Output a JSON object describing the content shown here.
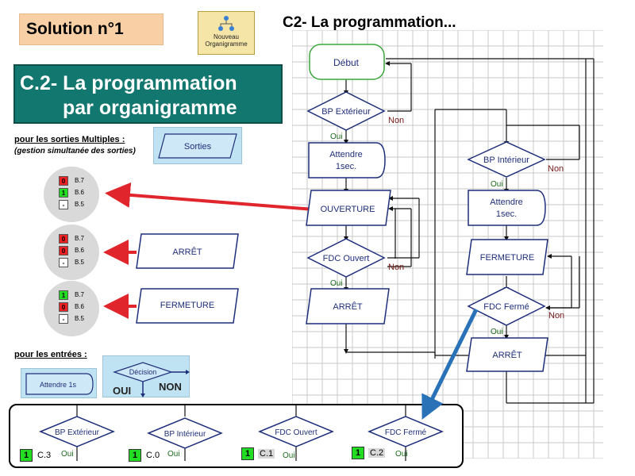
{
  "solution_label": "Solution  n°1",
  "org_button": {
    "line1": "Nouveau",
    "line2": "Organigramme"
  },
  "heading": "C2- La programmation...",
  "title": {
    "line1": "C.2- La programmation",
    "line2": "par organigramme"
  },
  "outputs_section": {
    "title": "pour les sorties Multiples :",
    "subtitle": "(gestion simultanée des sorties)",
    "sorties_label": "Sorties"
  },
  "indicators": [
    {
      "rows": [
        {
          "state": "0",
          "color": "#ee2222",
          "label": "B.7"
        },
        {
          "state": "1",
          "color": "#22dd22",
          "label": "B.6"
        },
        {
          "state": "-",
          "color": "#ffffff",
          "label": "B.5"
        }
      ]
    },
    {
      "rows": [
        {
          "state": "0",
          "color": "#ee2222",
          "label": "B.7"
        },
        {
          "state": "0",
          "color": "#ee2222",
          "label": "B.6"
        },
        {
          "state": "-",
          "color": "#ffffff",
          "label": "B.5"
        }
      ]
    },
    {
      "rows": [
        {
          "state": "1",
          "color": "#22dd22",
          "label": "B.7"
        },
        {
          "state": "0",
          "color": "#ee2222",
          "label": "B.6"
        },
        {
          "state": "-",
          "color": "#ffffff",
          "label": "B.5"
        }
      ]
    }
  ],
  "left_blocks": {
    "arret": "ARRÊT",
    "fermeture": "FERMETURE"
  },
  "inputs_section": {
    "title": "pour les entrées :",
    "attendre": "Attendre 1s",
    "decision": "Décision",
    "oui": "OUI",
    "non": "NON"
  },
  "flow_left": {
    "debut": "Début",
    "bp_ext": "BP Extérieur",
    "non1": "Non",
    "oui1": "Oui",
    "attendre_l1": "Attendre",
    "attendre_l2": "1sec.",
    "ouverture": "OUVERTURE",
    "fdc_ouvert": "FDC Ouvert",
    "non2": "Non",
    "oui2": "Oui",
    "arret": "ARRÊT"
  },
  "flow_right": {
    "bp_int": "BP Intérieur",
    "non1": "Non",
    "oui1": "Oui",
    "attendre_l1": "Attendre",
    "attendre_l2": "1sec.",
    "fermeture": "FERMETURE",
    "fdc_ferme": "FDC Fermé",
    "non2": "Non",
    "oui2": "Oui",
    "arret": "ARRÊT"
  },
  "bottom_inputs": [
    {
      "name": "BP Extérieur",
      "state": "1",
      "code": "C.3",
      "oui": "Oui"
    },
    {
      "name": "BP Intérieur",
      "state": "1",
      "code": "C.0",
      "oui": "Oui"
    },
    {
      "name": "FDC Ouvert",
      "state": "1",
      "code": "C.1",
      "oui": "Oui"
    },
    {
      "name": "FDC Fermé",
      "state": "1",
      "code": "C.2",
      "oui": "Oui"
    }
  ],
  "colors": {
    "teal": "#12776f",
    "peach": "#f9cfa5",
    "flow_stroke": "#1f2f7a",
    "start_stroke": "#3aa63a",
    "red_arrow": "#e0262c",
    "blue_arrow": "#2a72b8",
    "panel": "#bfe3f2"
  }
}
